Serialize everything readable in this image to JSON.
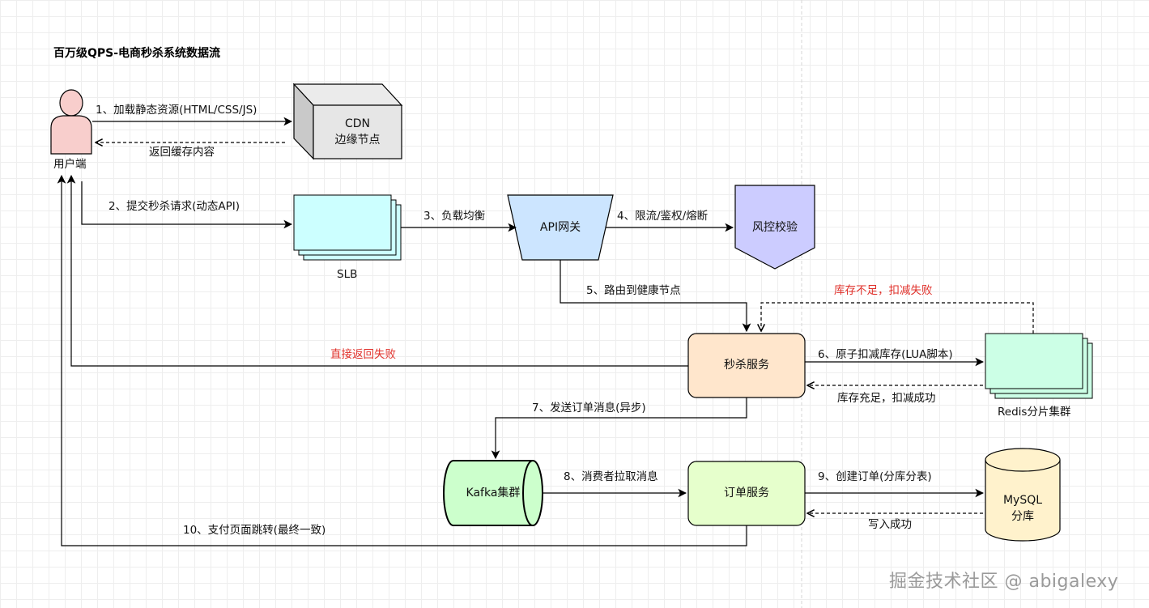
{
  "title": "百万级QPS-电商秒杀系统数据流",
  "nodes": {
    "user": "用户端",
    "cdn_line1": "CDN",
    "cdn_line2": "边缘节点",
    "slb": "SLB",
    "api_gateway": "API网关",
    "risk": "风控校验",
    "seckill": "秒杀服务",
    "redis": "Redis分片集群",
    "kafka": "Kafka集群",
    "order": "订单服务",
    "mysql_line1": "MySQL",
    "mysql_line2": "分库"
  },
  "edges": {
    "e1": "1、加载静态资源(HTML/CSS/JS)",
    "e1_back": "返回缓存内容",
    "e2": "2、提交秒杀请求(动态API)",
    "e3": "3、负载均衡",
    "e4": "4、限流/鉴权/熔断",
    "e5": "5、路由到健康节点",
    "e_stock_fail": "库存不足，扣减失败",
    "e_direct_fail": "直接返回失败",
    "e6": "6、原子扣减库存(LUA脚本)",
    "e6_back": "库存充足，扣减成功",
    "e7": "7、发送订单消息(异步)",
    "e8": "8、消费者拉取消息",
    "e9": "9、创建订单(分库分表)",
    "e9_back": "写入成功",
    "e10": "10、支付页面跳转(最终一致)"
  },
  "watermark": "掘金技术社区 @ abigalexy",
  "colors": {
    "red_label": "#e0302a",
    "user_fill": "#f8cecc",
    "cdn_fill": "#e6e6e6",
    "slb_fill": "#ccffff",
    "gateway_fill": "#cce5ff",
    "risk_fill": "#ccccff",
    "seckill_fill": "#ffe6cc",
    "redis_fill": "#ccffe6",
    "kafka_fill": "#ccffcc",
    "order_fill": "#e6ffcc",
    "mysql_fill": "#fff2cc"
  }
}
